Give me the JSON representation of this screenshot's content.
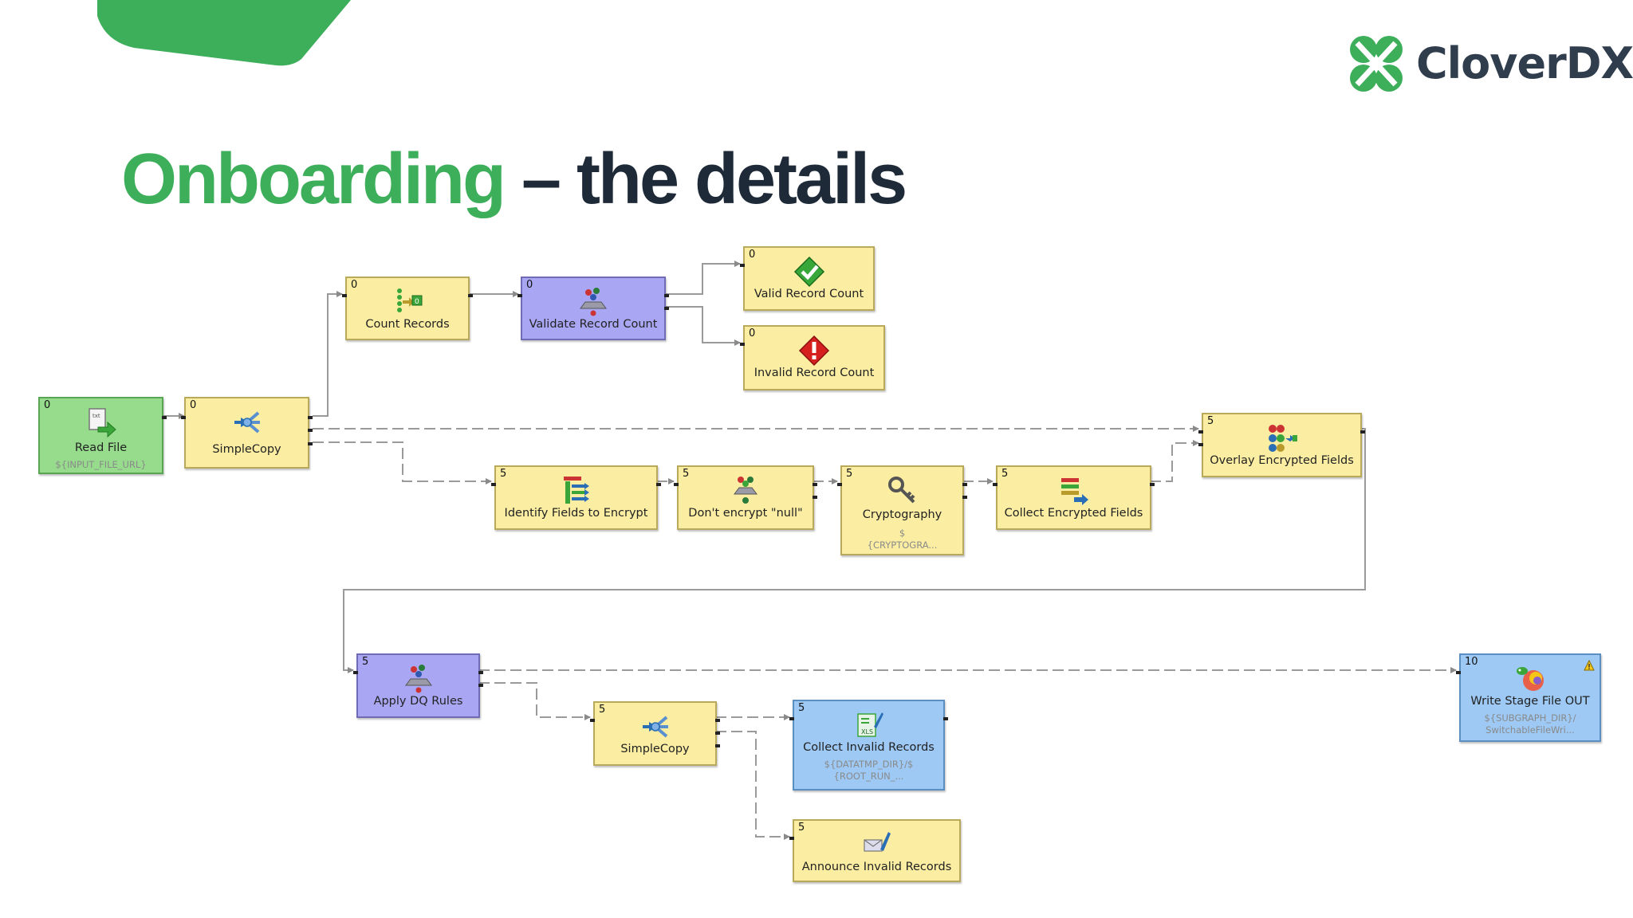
{
  "slide": {
    "title_accent": "Onboarding",
    "title_rest": " – the details",
    "logo_text": "CloverDX",
    "brand_green": "#3dae5a",
    "dark_text": "#1e2a38"
  },
  "nodes": {
    "read_file": {
      "phase": "0",
      "label": "Read File",
      "sub": "${INPUT_FILE_URL}",
      "icon": "read-file-icon"
    },
    "simplecopy_1": {
      "phase": "0",
      "label": "SimpleCopy",
      "icon": "copy-icon"
    },
    "count_records": {
      "phase": "0",
      "label": "Count Records",
      "icon": "count-records-icon"
    },
    "validate_record_count": {
      "phase": "0",
      "label": "Validate Record Count",
      "icon": "validate-icon"
    },
    "valid_record_count": {
      "phase": "0",
      "label": "Valid Record Count",
      "icon": "green-check-icon"
    },
    "invalid_record_count": {
      "phase": "0",
      "label": "Invalid Record Count",
      "icon": "red-error-icon"
    },
    "identify_fields": {
      "phase": "5",
      "label": "Identify Fields to Encrypt",
      "icon": "identify-fields-icon"
    },
    "dont_encrypt_null": {
      "phase": "5",
      "label": "Don't encrypt \"null\"",
      "icon": "filter-icon"
    },
    "cryptography": {
      "phase": "5",
      "label": "Cryptography",
      "sub": "$\n{CRYPTOGRA...",
      "icon": "key-icon"
    },
    "collect_encrypted": {
      "phase": "5",
      "label": "Collect Encrypted Fields",
      "icon": "collect-icon"
    },
    "overlay_encrypted": {
      "phase": "5",
      "label": "Overlay Encrypted Fields",
      "icon": "overlay-icon"
    },
    "apply_dq_rules": {
      "phase": "5",
      "label": "Apply DQ Rules",
      "icon": "rules-icon"
    },
    "simplecopy_2": {
      "phase": "5",
      "label": "SimpleCopy",
      "icon": "copy-icon"
    },
    "collect_invalid": {
      "phase": "5",
      "label": "Collect Invalid Records",
      "sub": "${DATATMP_DIR}/$\n{ROOT_RUN_...",
      "icon": "xls-icon"
    },
    "announce_invalid": {
      "phase": "5",
      "label": "Announce Invalid Records",
      "icon": "email-icon"
    },
    "write_stage_file": {
      "phase": "10",
      "label": "Write Stage File OUT",
      "sub": "${SUBGRAPH_DIR}/\nSwitchableFileWri...",
      "icon": "write-file-icon"
    }
  }
}
